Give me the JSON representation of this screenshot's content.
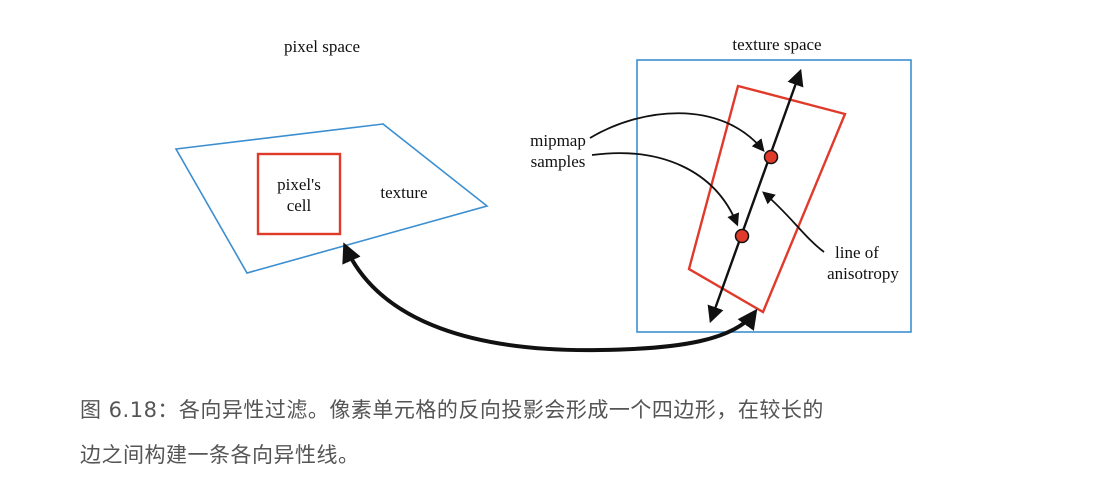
{
  "labels": {
    "pixel_space": "pixel space",
    "texture_space": "texture space",
    "pixels_cell_line1": "pixel's",
    "pixels_cell_line2": "cell",
    "texture": "texture",
    "mipmap_line1": "mipmap",
    "mipmap_line2": "samples",
    "anisotropy_line1": "line of",
    "anisotropy_line2": "anisotropy"
  },
  "caption": {
    "line1": "图 6.18：各向异性过滤。像素单元格的反向投影会形成一个四边形，在较长的",
    "line2": "边之间构建一条各向异性线。"
  },
  "colors": {
    "blue_outline": "#3b8fd1",
    "red_outline": "#e03a2b",
    "sample_fill": "#e03a2b",
    "arrow": "#111111",
    "caption_text": "#555555"
  }
}
